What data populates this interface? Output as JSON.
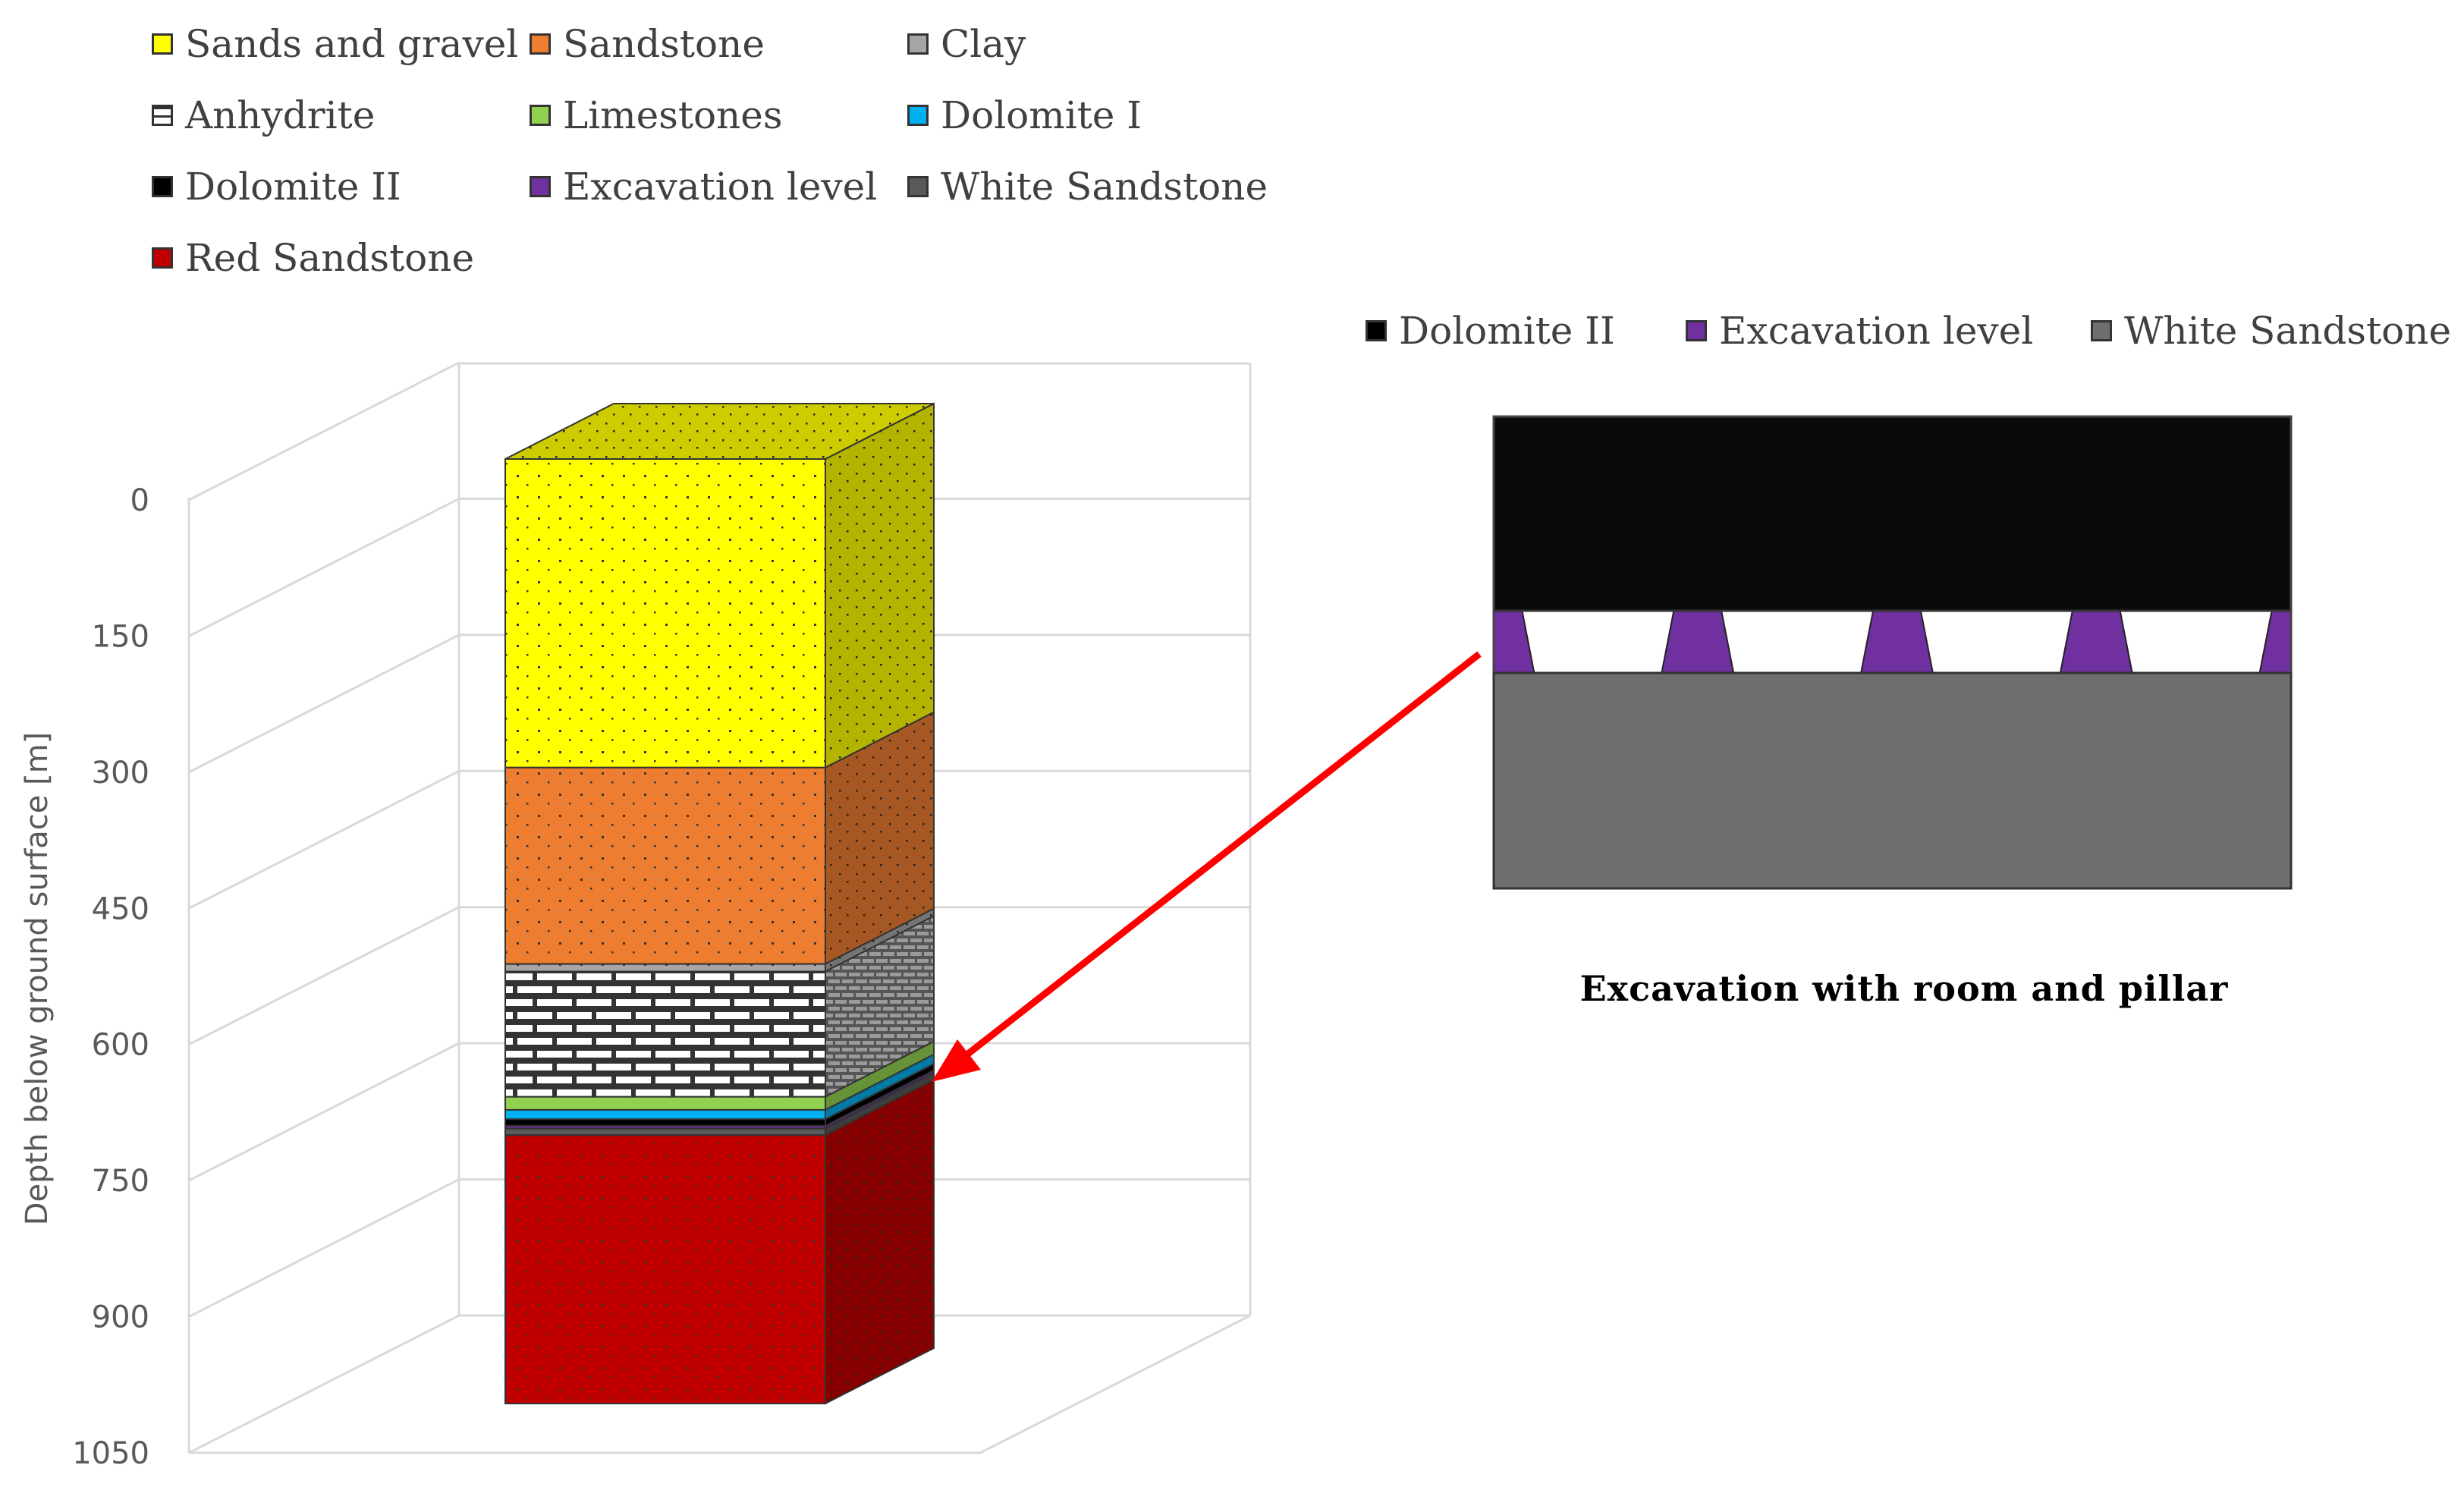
{
  "chart_data": [
    {
      "type": "bar",
      "subtype": "3d-stacked-column",
      "ylabel": "Depth below ground surface [m]",
      "y_ticks": [
        "0",
        "150",
        "300",
        "450",
        "600",
        "750",
        "900",
        "1050"
      ],
      "ylim": [
        0,
        1050
      ],
      "y_inverted": true,
      "legend": {
        "position": "top-left",
        "items": [
          {
            "label": "Sands and gravel",
            "color": "#ffff00",
            "pattern": "dots"
          },
          {
            "label": "Sandstone",
            "color": "#ed7d31",
            "pattern": "dots"
          },
          {
            "label": "Clay",
            "color": "#a6a6a6",
            "pattern": "dots"
          },
          {
            "label": "Anhydrite",
            "color": "#ffffff",
            "pattern": "bricks"
          },
          {
            "label": "Limestones",
            "color": "#92d050",
            "pattern": "none"
          },
          {
            "label": "Dolomite I",
            "color": "#00b0f0",
            "pattern": "none"
          },
          {
            "label": "Dolomite II",
            "color": "#000000",
            "pattern": "none"
          },
          {
            "label": "Excavation level",
            "color": "#7030a0",
            "pattern": "none"
          },
          {
            "label": "White Sandstone",
            "color": "#595959",
            "pattern": "none"
          },
          {
            "label": "Red Sandstone",
            "color": "#c00000",
            "pattern": "dots"
          }
        ]
      },
      "layers": [
        {
          "name": "Sands and gravel",
          "top": 0,
          "bottom": 330
        },
        {
          "name": "Sandstone",
          "top": 330,
          "bottom": 540
        },
        {
          "name": "Clay",
          "top": 540,
          "bottom": 548
        },
        {
          "name": "Anhydrite",
          "top": 548,
          "bottom": 682
        },
        {
          "name": "Limestones",
          "top": 682,
          "bottom": 696
        },
        {
          "name": "Dolomite I",
          "top": 696,
          "bottom": 706
        },
        {
          "name": "Dolomite II",
          "top": 706,
          "bottom": 713
        },
        {
          "name": "Excavation level",
          "top": 713,
          "bottom": 716
        },
        {
          "name": "White Sandstone",
          "top": 716,
          "bottom": 723
        },
        {
          "name": "Red Sandstone",
          "top": 723,
          "bottom": 1010
        }
      ]
    }
  ],
  "inset": {
    "caption": "Excavation with room and pillar",
    "legend": [
      {
        "label": "Dolomite II",
        "color": "#000000"
      },
      {
        "label": "Excavation level",
        "color": "#7030a0"
      },
      {
        "label": "White Sandstone",
        "color": "#6e6e6e"
      }
    ],
    "rooms": 4,
    "pillars": 5
  },
  "arrow_color": "#ff0000"
}
